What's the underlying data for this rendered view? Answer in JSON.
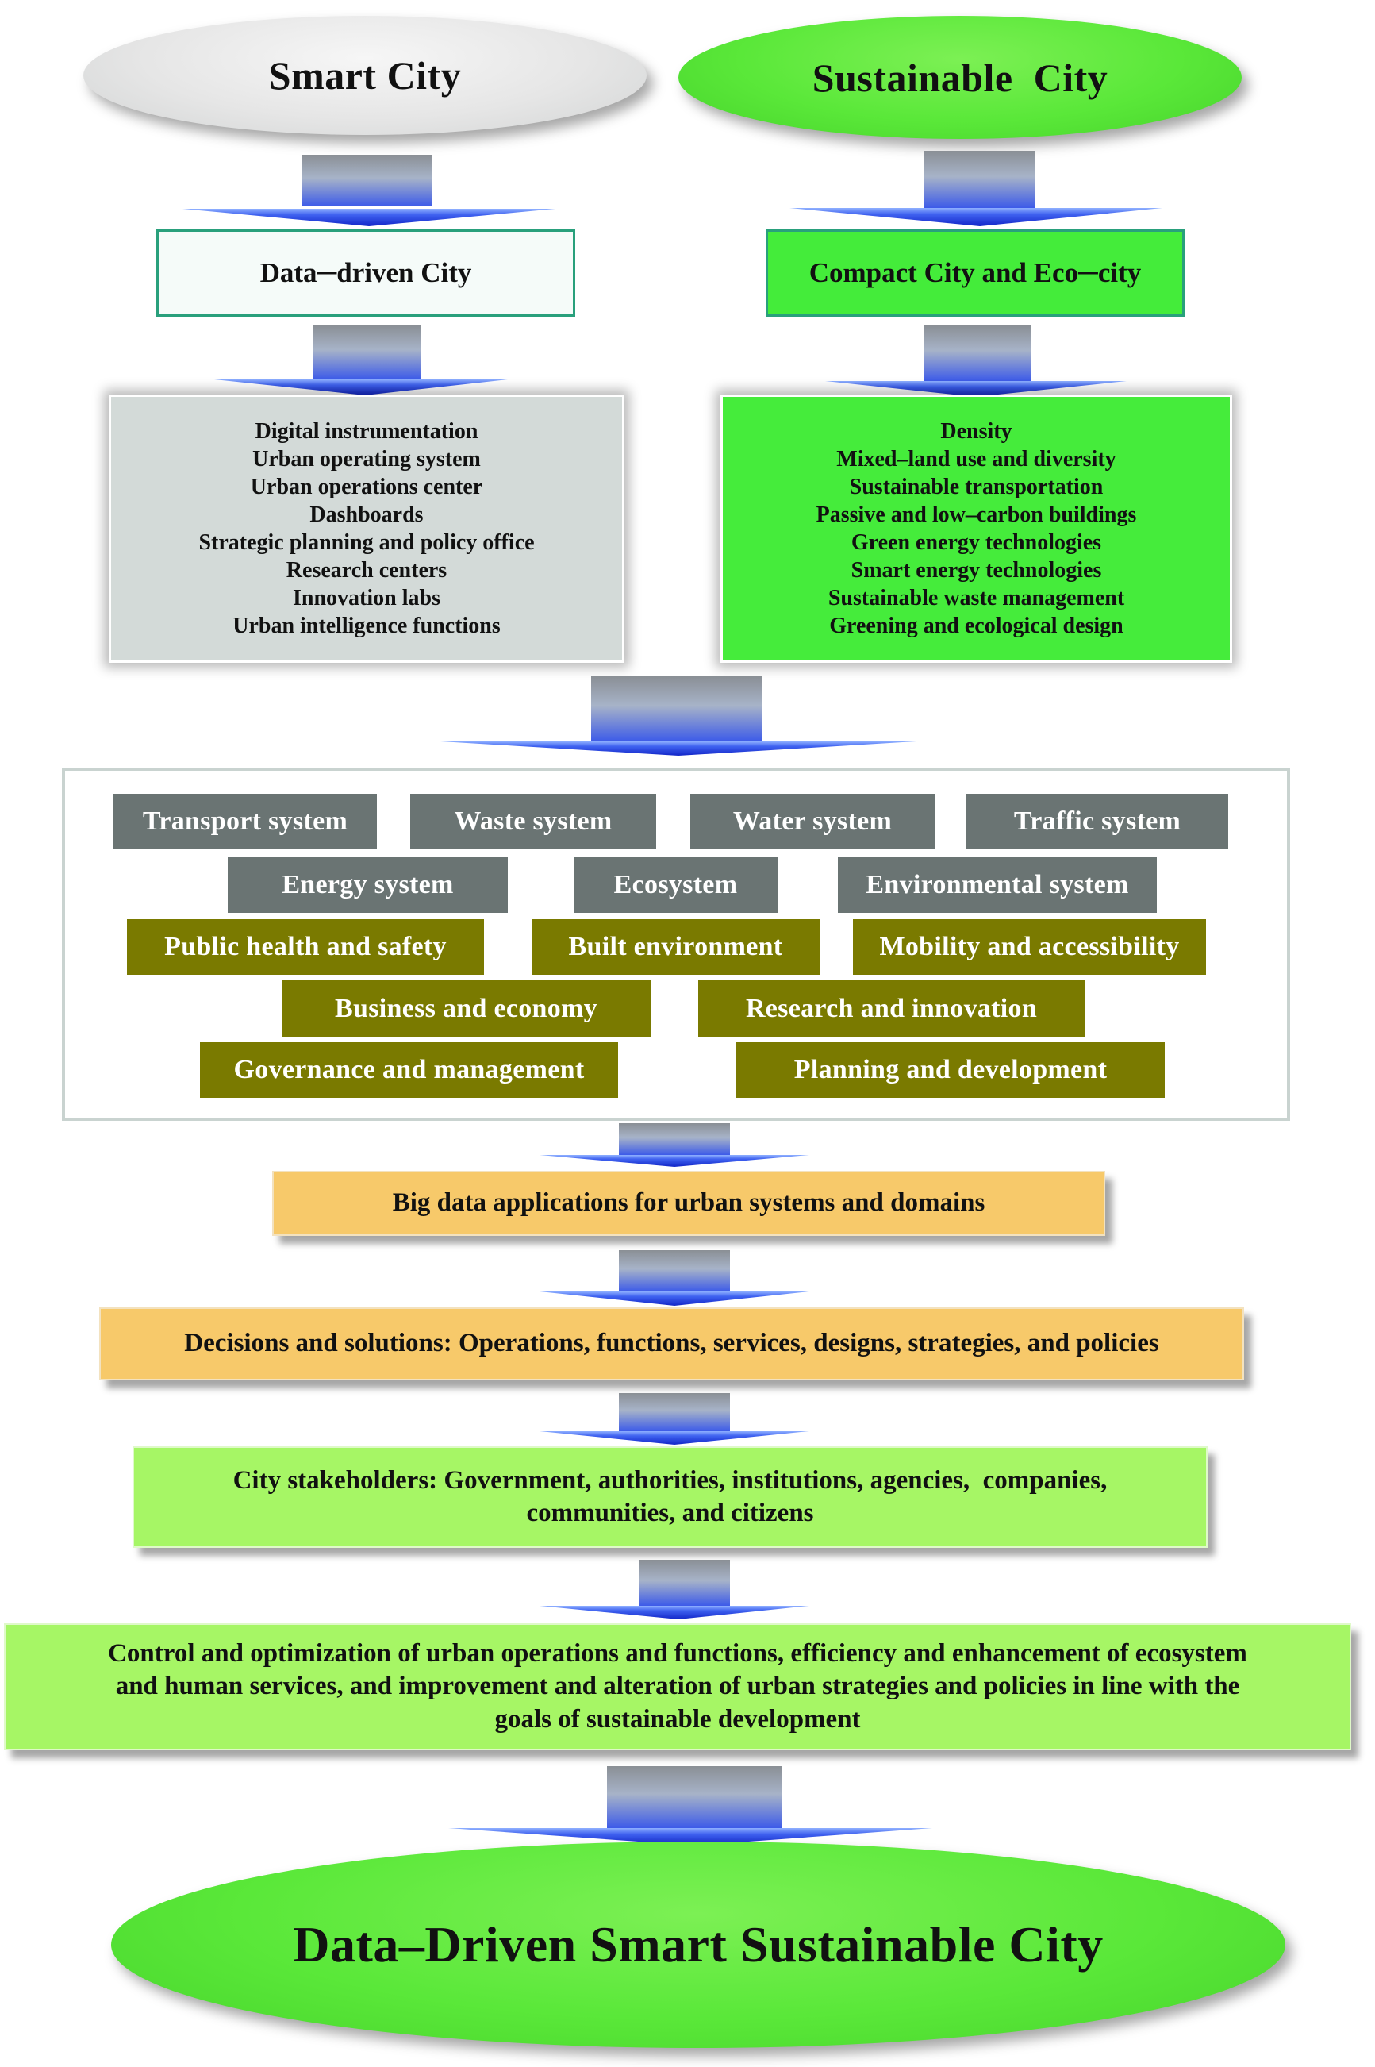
{
  "top": {
    "left_ellipse": "Smart City",
    "right_ellipse": "Sustainable  City"
  },
  "concepts": {
    "left": "Data─driven City",
    "right": "Compact City and Eco─city"
  },
  "smart_components": [
    "Digital instrumentation",
    "Urban operating system",
    "Urban operations center",
    "Dashboards",
    "Strategic planning and policy office",
    "Research centers",
    "Innovation labs",
    "Urban intelligence functions"
  ],
  "sustainable_components": [
    "Density",
    "Mixed–land use and diversity",
    "Sustainable transportation",
    "Passive and low–carbon buildings",
    "Green energy technologies",
    "Smart energy technologies",
    "Sustainable waste management",
    "Greening and ecological design"
  ],
  "systems": {
    "transport": "Transport system",
    "waste": "Waste system",
    "water": "Water system",
    "traffic": "Traffic system",
    "energy": "Energy system",
    "ecosystem": "Ecosystem",
    "environmental": "Environmental system"
  },
  "domains": {
    "public_health": "Public health and safety",
    "built_environment": "Built environment",
    "mobility": "Mobility and accessibility",
    "business": "Business and economy",
    "research": "Research and innovation",
    "governance": "Governance and management",
    "planning": "Planning and development"
  },
  "stages": {
    "big_data": "Big data applications for urban systems and domains",
    "decisions": "Decisions and solutions: Operations, functions, services, designs, strategies, and policies",
    "stakeholders_line1": "City stakeholders: Government, authorities, institutions, agencies,  companies,",
    "stakeholders_line2": "communities, and citizens",
    "control_line1": "Control and optimization of urban operations and functions, efficiency and enhancement of ecosystem",
    "control_line2": "and human services, and improvement and alteration of urban strategies and policies in line with the",
    "control_line3": "goals of sustainable development"
  },
  "outcome": "Data–Driven Smart Sustainable City",
  "colors": {
    "ellipse_gray": "#e6e6e6",
    "ellipse_green": "#5ae839",
    "box_border": "#29a07c",
    "list_gray": "#d3dad8",
    "list_green": "#45ec3b",
    "tag_gray": "#6a7473",
    "tag_olive": "#7a7a00",
    "bar_orange": "#f7c96a",
    "bar_lime": "#a6f665",
    "arrow_blue": "#2f4fe6"
  }
}
